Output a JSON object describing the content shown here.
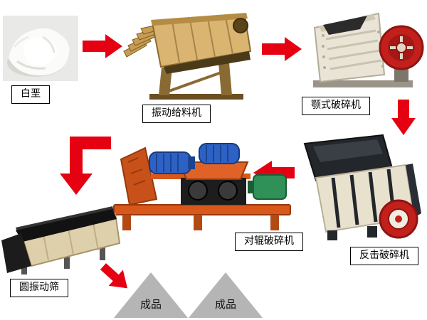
{
  "page": {
    "type": "process-flow-diagram",
    "background": "#ffffff"
  },
  "colors": {
    "arrow": "#e50012",
    "label_border": "#000000",
    "label_bg": "#ffffff",
    "triangle": "#b5b5b5"
  },
  "flow": {
    "chalk": {
      "label": "白垩"
    },
    "vibrating_feeder": {
      "label": "振动给料机"
    },
    "jaw_crusher": {
      "label": "颚式破碎机"
    },
    "impact_crusher": {
      "label": "反击破碎机"
    },
    "roller_crusher": {
      "label": "对辊破碎机"
    },
    "vibrating_screen": {
      "label": "圆振动筛"
    },
    "product_left": {
      "label": "成品"
    },
    "product_right": {
      "label": "成品"
    }
  }
}
